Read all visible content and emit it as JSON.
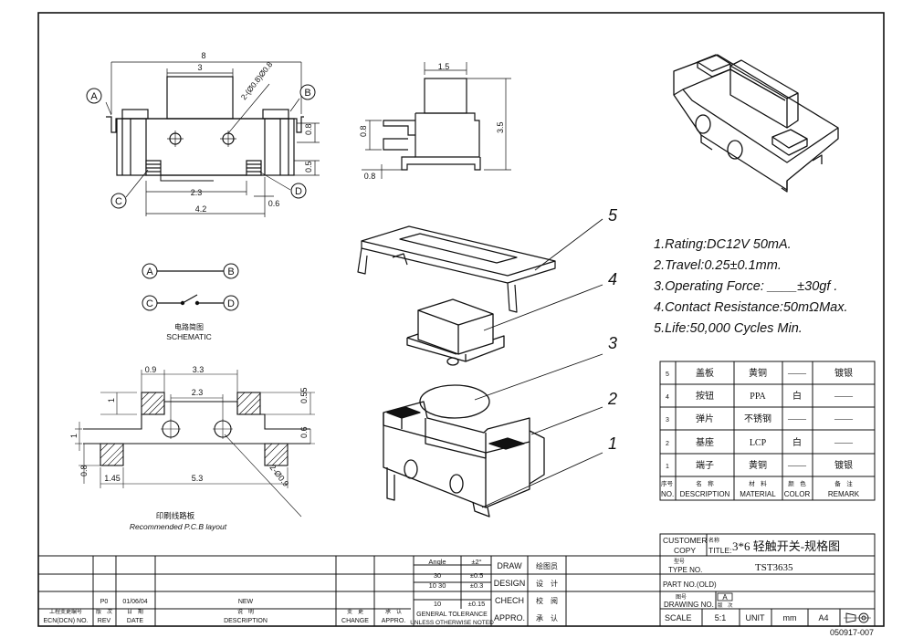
{
  "dims": {
    "top_width": "8",
    "top_button": "3",
    "top_hole": "2-(Ø0.8)Ø0.8",
    "top_h1": "0.8",
    "top_h2": "0.5",
    "top_c1": "2.3",
    "top_c2": "4.2",
    "top_c3": "0.6",
    "side_w": "1.5",
    "side_h": "3.5",
    "side_s1": "0.8",
    "side_s2": "0.8"
  },
  "terminals": {
    "a": "A",
    "b": "B",
    "c": "C",
    "d": "D"
  },
  "schematic": {
    "cn": "电路简图",
    "en": "SCHEMATIC"
  },
  "pcb": {
    "d_09": "0.9",
    "d_33": "3.3",
    "d_23": "2.3",
    "d_055": "0.55",
    "d_1": "1",
    "d_1b": "1",
    "d_06": "0.6",
    "d_08": "0.8",
    "d_145": "1.45",
    "d_53": "5.3",
    "hole": "2-Ø0.9",
    "cn": "印刷线路板",
    "en": "Recommended P.C.B layout"
  },
  "parts_labels": [
    "5",
    "4",
    "3",
    "2",
    "1"
  ],
  "specs": [
    "1.Rating:DC12V 50mA.",
    "2.Travel:0.25±0.1mm.",
    "3.Operating Force: ____±30gf .",
    "4.Contact Resistance:50mΩMax.",
    "5.Life:50,000 Cycles Min."
  ],
  "bom": {
    "rows": [
      {
        "no": "5",
        "desc": "盖板",
        "material": "黄铜",
        "color": "——",
        "remark": "镀银"
      },
      {
        "no": "4",
        "desc": "按钮",
        "material": "PPA",
        "color": "白",
        "remark": "——"
      },
      {
        "no": "3",
        "desc": "弹片",
        "material": "不锈钢",
        "color": "——",
        "remark": "——"
      },
      {
        "no": "2",
        "desc": "基座",
        "material": "LCP",
        "color": "白",
        "remark": "——"
      },
      {
        "no": "1",
        "desc": "端子",
        "material": "黄铜",
        "color": "——",
        "remark": "镀银"
      }
    ],
    "headers": {
      "no_cn": "序号",
      "no": "NO.",
      "desc_cn": "名　称",
      "desc": "DESCRIPTION",
      "material_cn": "材　料",
      "material": "MATERIAL",
      "color_cn": "颜　色",
      "color": "COLOR",
      "remark_cn": "备　注",
      "remark": "REMARK"
    }
  },
  "title_block": {
    "customer": "CUSTOMER",
    "copy": "COPY",
    "name_cn": "名称",
    "title": "TITLE:",
    "title_value": "3*6 轻触开关-规格图",
    "type_cn": "型号",
    "type_no": "TYPE NO.",
    "type_value": "TST3635",
    "part_no": "PART NO.(OLD)",
    "drawing_cn": "图号",
    "drawing_no": "DRAWING NO.",
    "rev_box": "A",
    "rev_cn": "版　次",
    "scale_label": "SCALE",
    "scale_value": "5:1",
    "unit_label": "UNIT",
    "unit_value": "mm",
    "paper": "A4",
    "angle": "Angle",
    "angle_tol": "±2°",
    "tol_rows": [
      {
        "range": "30",
        "tol": "±0.5"
      },
      {
        "range": "10  30",
        "tol": "±0.3"
      },
      {
        "range": "10",
        "tol": "±0.15"
      }
    ],
    "general_tol": "GENERAL TOLERANCE",
    "unless": "UNLESS OTHERWISE NOTED",
    "draw": "DRAW",
    "draw_cn": "绘图员",
    "design": "DESIGN",
    "design_cn": "设　计",
    "check": "CHECH",
    "check_cn": "校　阅",
    "appro": "APPRO.",
    "appro_cn": "承　认",
    "change_cn": "变　更",
    "change": "CHANGE",
    "appro2_cn": "承　认",
    "appro2": "APPRO.",
    "ecn_cn": "工程变更编号",
    "ecn": "ECN(DCN) NO.",
    "rev": "REV",
    "date_cn": "日　期",
    "date": "DATE",
    "desc_cn": "说　明",
    "desc": "DESCRIPTION",
    "hist_rev": "P0",
    "hist_date": "01/06/04",
    "hist_desc": "NEW"
  },
  "footer": "050917-007"
}
